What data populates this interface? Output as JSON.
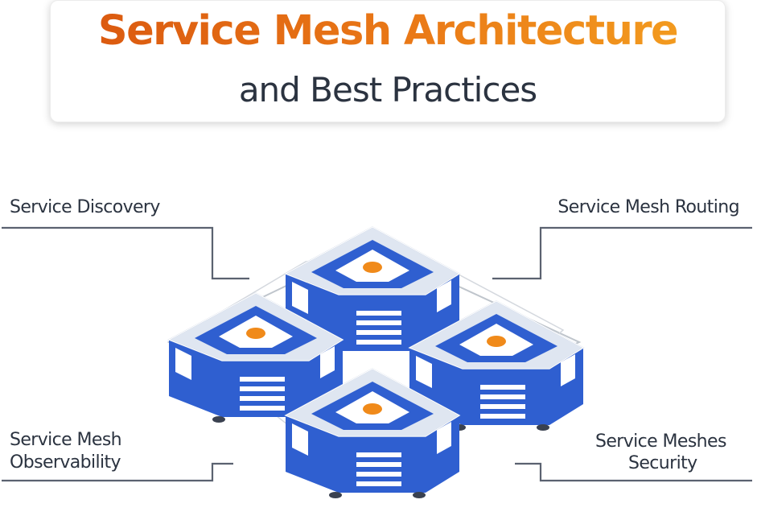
{
  "header": {
    "title": "Service Mesh Architecture",
    "subtitle": "and Best Practices"
  },
  "labels": {
    "top_left": "Service Discovery",
    "top_right": "Service Mesh Routing",
    "bottom_left_line1": "Service Mesh",
    "bottom_left_line2": "Observability",
    "bottom_right_line1": "Service Meshes",
    "bottom_right_line2": "Security"
  },
  "colors": {
    "title_gradient_start": "#d9560f",
    "title_gradient_end": "#f4a020",
    "server_blue": "#2f5fd0",
    "server_top": "#dfe6f1",
    "accent_dot": "#f08a1a",
    "text_dark": "#2b3340"
  }
}
